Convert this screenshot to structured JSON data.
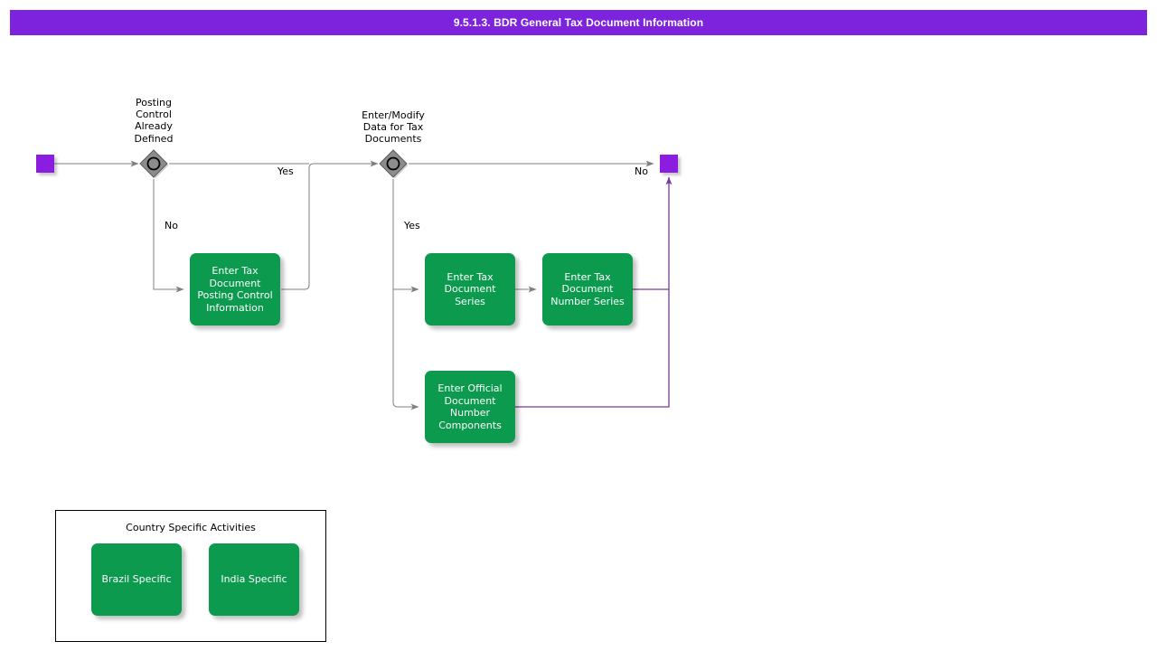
{
  "header": {
    "title": "9.5.1.3. BDR General Tax Document Information",
    "background_color": "#7d22dd",
    "text_color": "#ffffff"
  },
  "colors": {
    "task_green": "#0b9a4e",
    "event_purple": "#8a1de0",
    "gateway_gray": "#808080",
    "connector_gray": "#808080",
    "connector_purple": "#7a3b9c",
    "legend_border": "#000000"
  },
  "diagram": {
    "start_event": {
      "name": "start-event",
      "shape": "square"
    },
    "end_event": {
      "name": "end-event",
      "shape": "square"
    },
    "gateways": [
      {
        "id": "gw1",
        "label": "Posting\nControl\nAlready\nDefined",
        "type": "event-based-gateway"
      },
      {
        "id": "gw2",
        "label": "Enter/Modify\nData for Tax\nDocuments",
        "type": "event-based-gateway"
      }
    ],
    "tasks": [
      {
        "id": "t1",
        "label": "Enter Tax\nDocument\nPosting Control\nInformation"
      },
      {
        "id": "t2",
        "label": "Enter Tax\nDocument\nSeries"
      },
      {
        "id": "t3",
        "label": "Enter Tax\nDocument\nNumber Series"
      },
      {
        "id": "t4",
        "label": "Enter Official\nDocument\nNumber\nComponents"
      }
    ],
    "edge_labels": {
      "gw1_yes": "Yes",
      "gw1_no": "No",
      "gw2_yes": "Yes",
      "gw2_no": "No"
    }
  },
  "legend": {
    "title": "Country Specific Activities",
    "items": [
      {
        "id": "legend-brazil",
        "label": "Brazil Specific"
      },
      {
        "id": "legend-india",
        "label": "India Specific"
      }
    ]
  }
}
